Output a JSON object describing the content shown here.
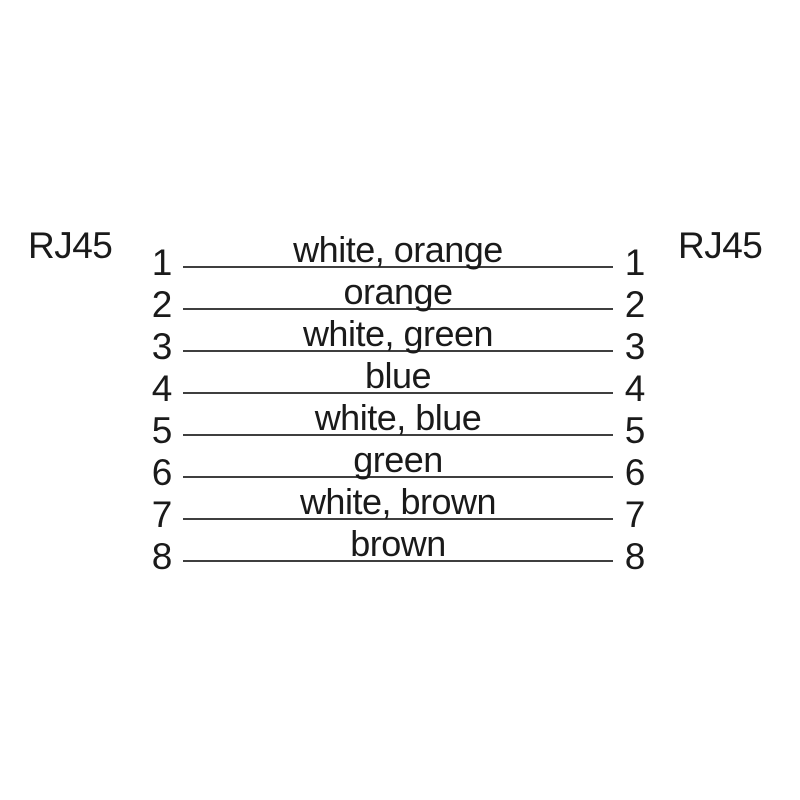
{
  "diagram": {
    "type": "cable-pinout-wiring-diagram",
    "connectors": {
      "left": {
        "label": "RJ45"
      },
      "right": {
        "label": "RJ45"
      }
    },
    "rows": [
      {
        "left_pin": "1",
        "wire": "white, orange",
        "right_pin": "1"
      },
      {
        "left_pin": "2",
        "wire": "orange",
        "right_pin": "2"
      },
      {
        "left_pin": "3",
        "wire": "white, green",
        "right_pin": "3"
      },
      {
        "left_pin": "4",
        "wire": "blue",
        "right_pin": "4"
      },
      {
        "left_pin": "5",
        "wire": "white, blue",
        "right_pin": "5"
      },
      {
        "left_pin": "6",
        "wire": "green",
        "right_pin": "6"
      },
      {
        "left_pin": "7",
        "wire": "white, brown",
        "right_pin": "7"
      },
      {
        "left_pin": "8",
        "wire": "brown",
        "right_pin": "8"
      }
    ],
    "colors": {
      "text": "#1a1a1a",
      "line": "#3f3f3f",
      "background": "#ffffff"
    }
  }
}
